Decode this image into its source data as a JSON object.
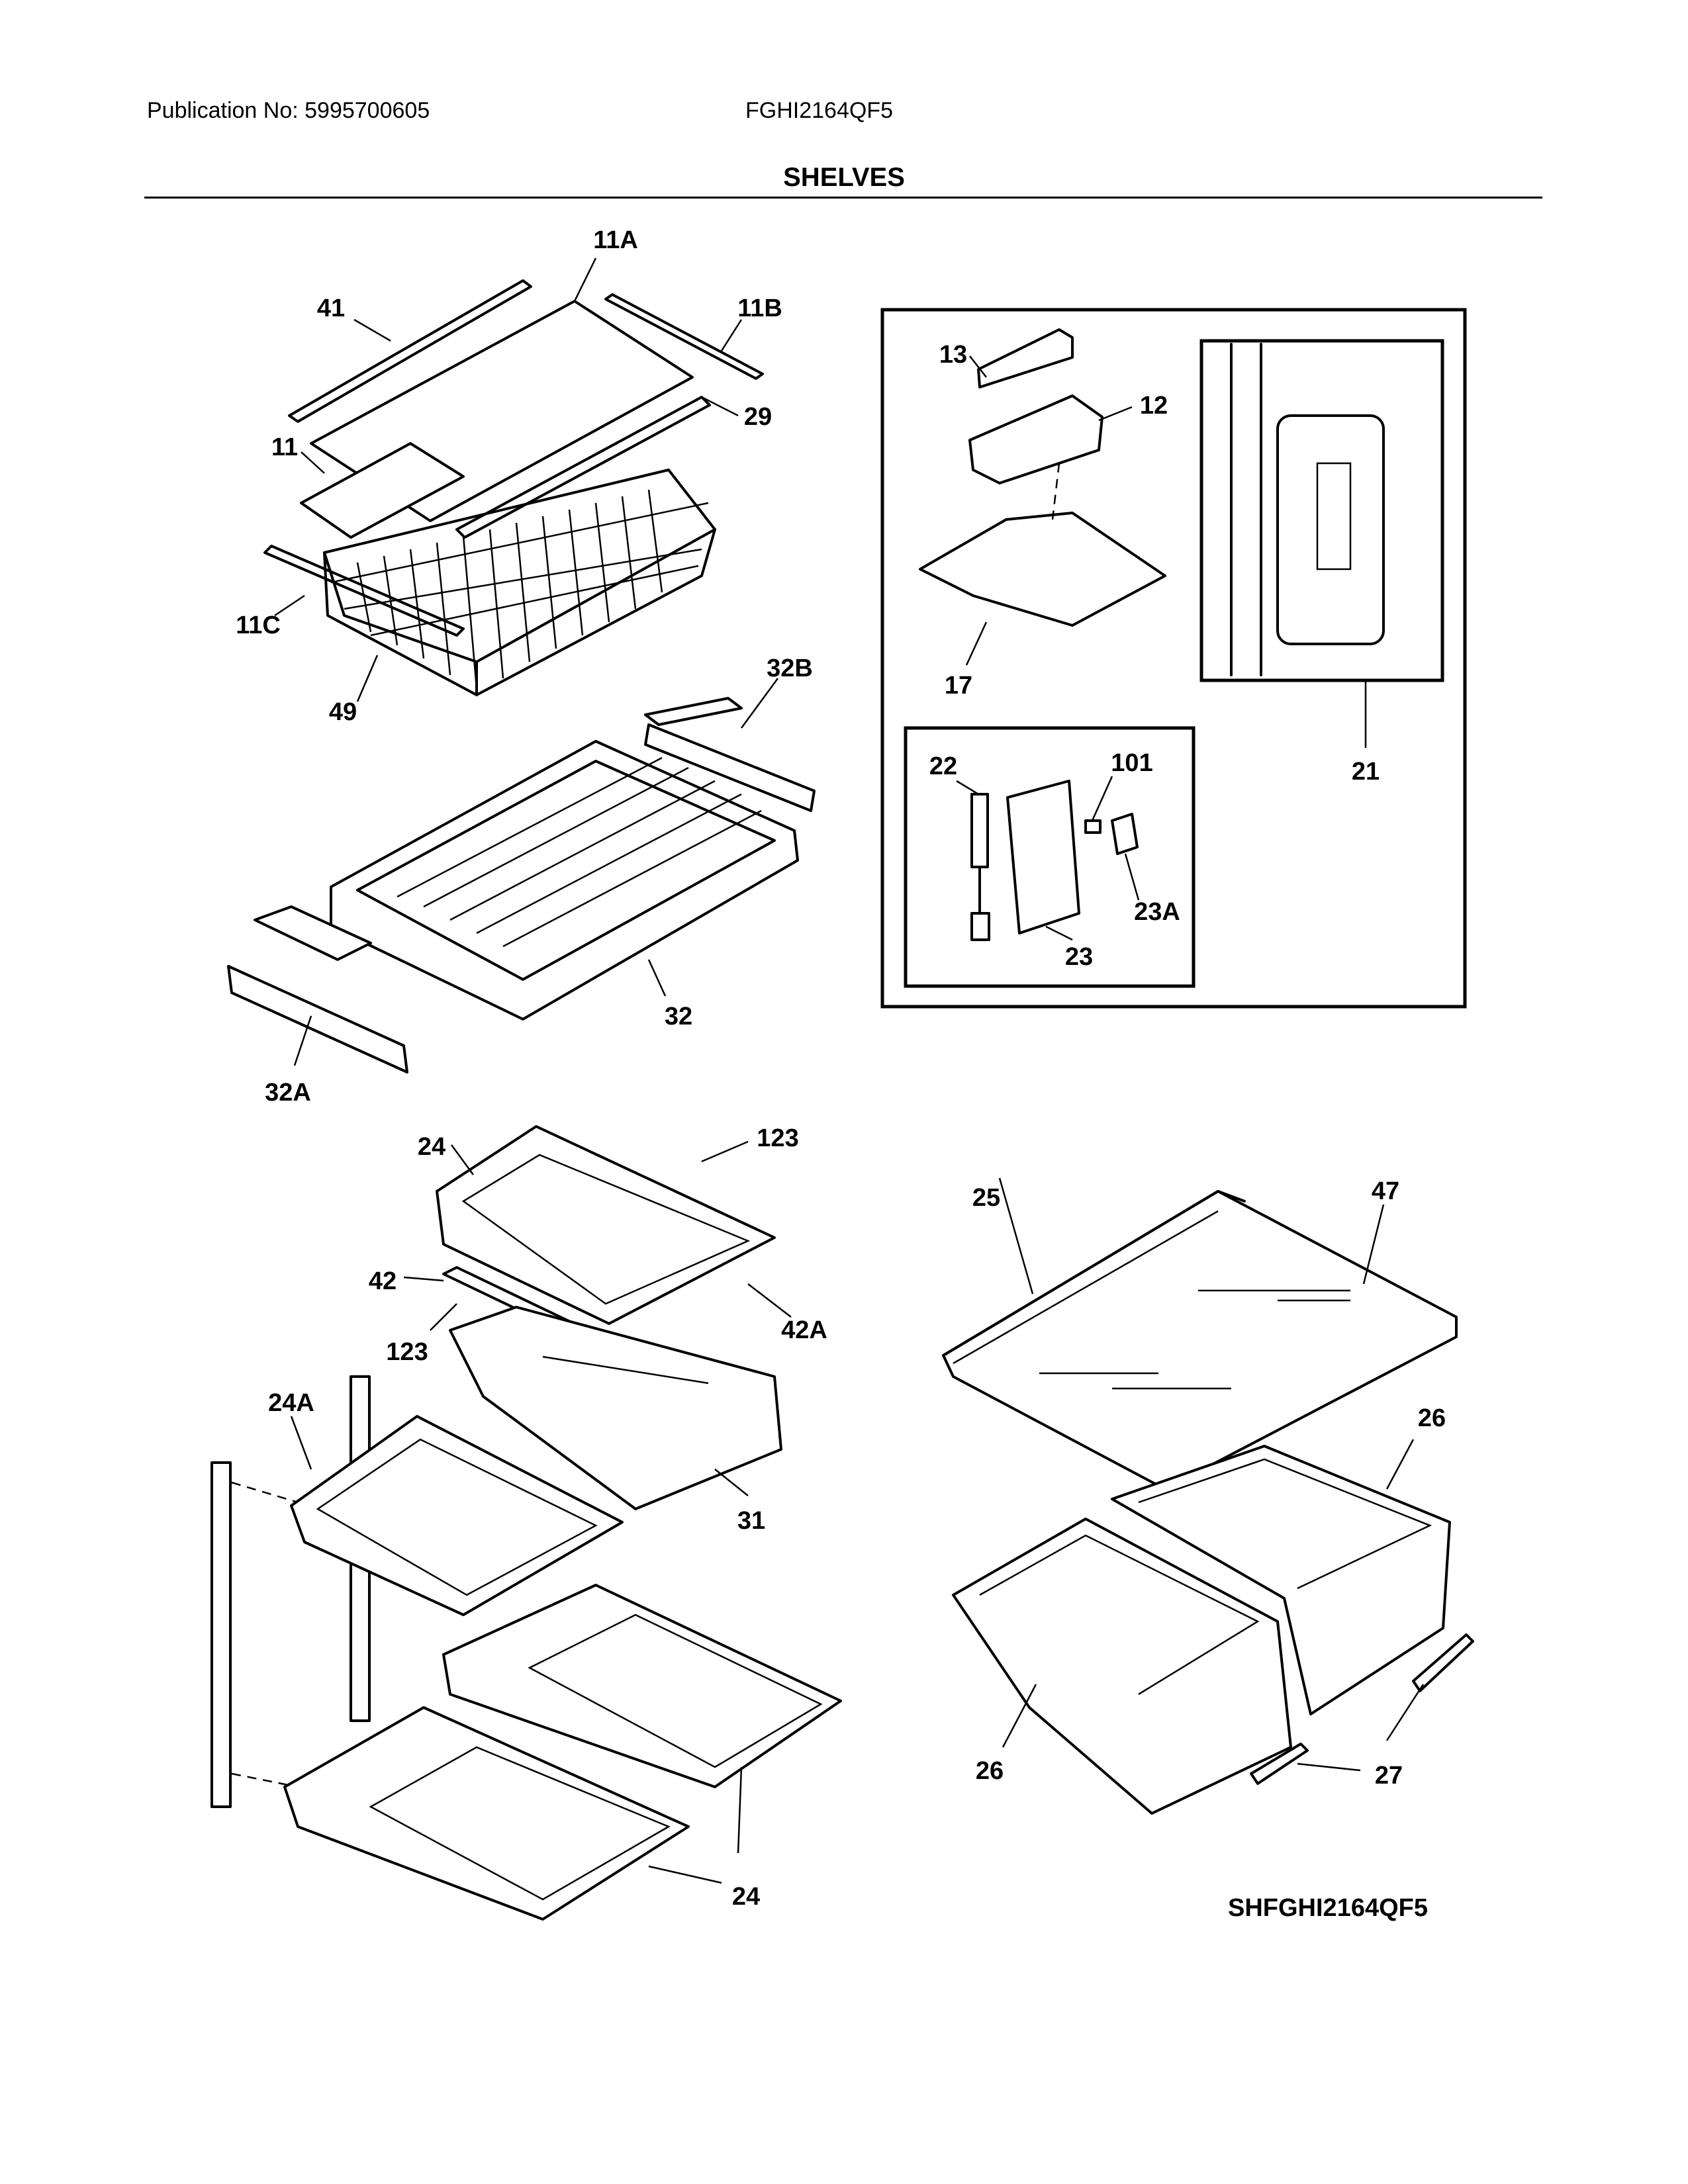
{
  "header": {
    "publication": "Publication No: 5995700605",
    "model": "FGHI2164QF5",
    "title": "SHELVES"
  },
  "drawing_code": "SHFGHI2164QF5",
  "callouts": {
    "c11A": "11A",
    "c41": "41",
    "c11B": "11B",
    "c29": "29",
    "c11": "11",
    "c11C": "11C",
    "c49": "49",
    "c32B": "32B",
    "c32": "32",
    "c32A": "32A",
    "c13": "13",
    "c12": "12",
    "c17": "17",
    "c21": "21",
    "c22": "22",
    "c101": "101",
    "c23A": "23A",
    "c23": "23",
    "c24_top": "24",
    "c123_top": "123",
    "c42": "42",
    "c42A": "42A",
    "c123_mid": "123",
    "c24A": "24A",
    "c31": "31",
    "c24_bottom": "24",
    "c25": "25",
    "c47": "47",
    "c26_right": "26",
    "c26_left": "26",
    "c27": "27"
  }
}
